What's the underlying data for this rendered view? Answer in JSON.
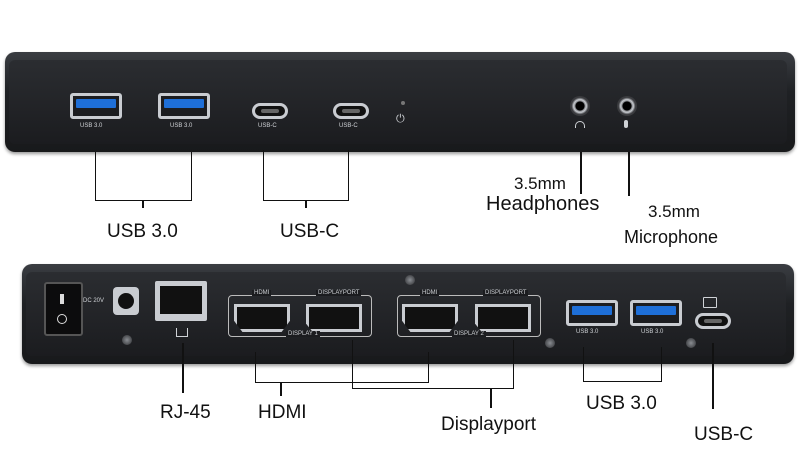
{
  "top_panel": {
    "ports": [
      {
        "label": "USB 3.0"
      },
      {
        "label": "USB 3.0"
      },
      {
        "label": "USB-C"
      },
      {
        "label": "USB-C"
      }
    ],
    "power_symbol": "⏻",
    "headphone_symbol": "🎧",
    "mic_symbol": "🎤"
  },
  "bottom_panel": {
    "power_label": "DC 20V",
    "hdmi_label_1": "HDMI",
    "dp_label_1": "DISPLAYPORT",
    "display_1": "DISPLAY 1",
    "hdmi_label_2": "HDMI",
    "dp_label_2": "DISPLAYPORT",
    "display_2": "DISPLAY 2",
    "usb_label_1": "USB 3.0",
    "usb_label_2": "USB 3.0"
  },
  "callouts": {
    "usb30_top": "USB 3.0",
    "usbc_top": "USB-C",
    "headphones_line1": "3.5mm",
    "headphones_line2": "Headphones",
    "mic_line1": "3.5mm",
    "mic_line2": "Microphone",
    "rj45": "RJ-45",
    "hdmi": "HDMI",
    "displayport": "Displayport",
    "usb30_bottom": "USB 3.0",
    "usbc_bottom": "USB-C"
  },
  "colors": {
    "usb_blue": "#1e6fd8",
    "body": "#1b1c1f",
    "metal": "#c9ccd1"
  }
}
